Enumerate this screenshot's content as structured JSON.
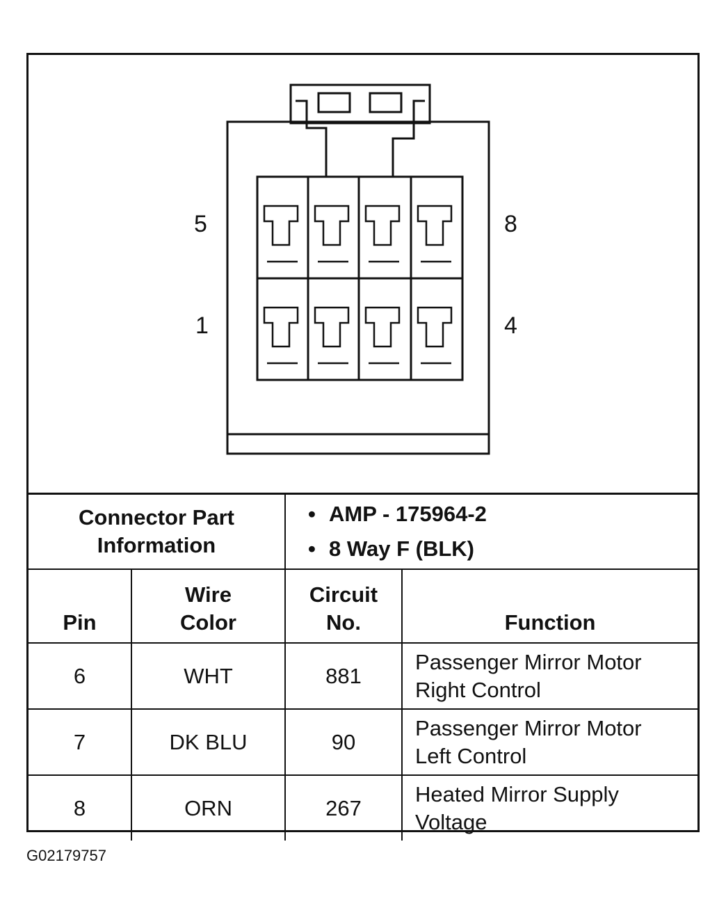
{
  "pin_labels": {
    "top_left": "5",
    "top_right": "8",
    "bottom_left": "1",
    "bottom_right": "4"
  },
  "info": {
    "label_line1": "Connector Part",
    "label_line2": "Information",
    "bullet1": "AMP - 175964-2",
    "bullet2": "8 Way F (BLK)"
  },
  "headers": {
    "pin": "Pin",
    "wire_line1": "Wire",
    "wire_line2": "Color",
    "circuit_line1": "Circuit",
    "circuit_line2": "No.",
    "function": "Function"
  },
  "rows": [
    {
      "pin": "6",
      "wire": "WHT",
      "circuit": "881",
      "func_line1": "Passenger Mirror Motor",
      "func_line2": "Right Control"
    },
    {
      "pin": "7",
      "wire": "DK BLU",
      "circuit": "90",
      "func_line1": "Passenger Mirror Motor",
      "func_line2": "Left Control"
    },
    {
      "pin": "8",
      "wire": "ORN",
      "circuit": "267",
      "func_line1": "Heated Mirror Supply",
      "func_line2": "Voltage"
    }
  ],
  "figure_code": "G02179757"
}
